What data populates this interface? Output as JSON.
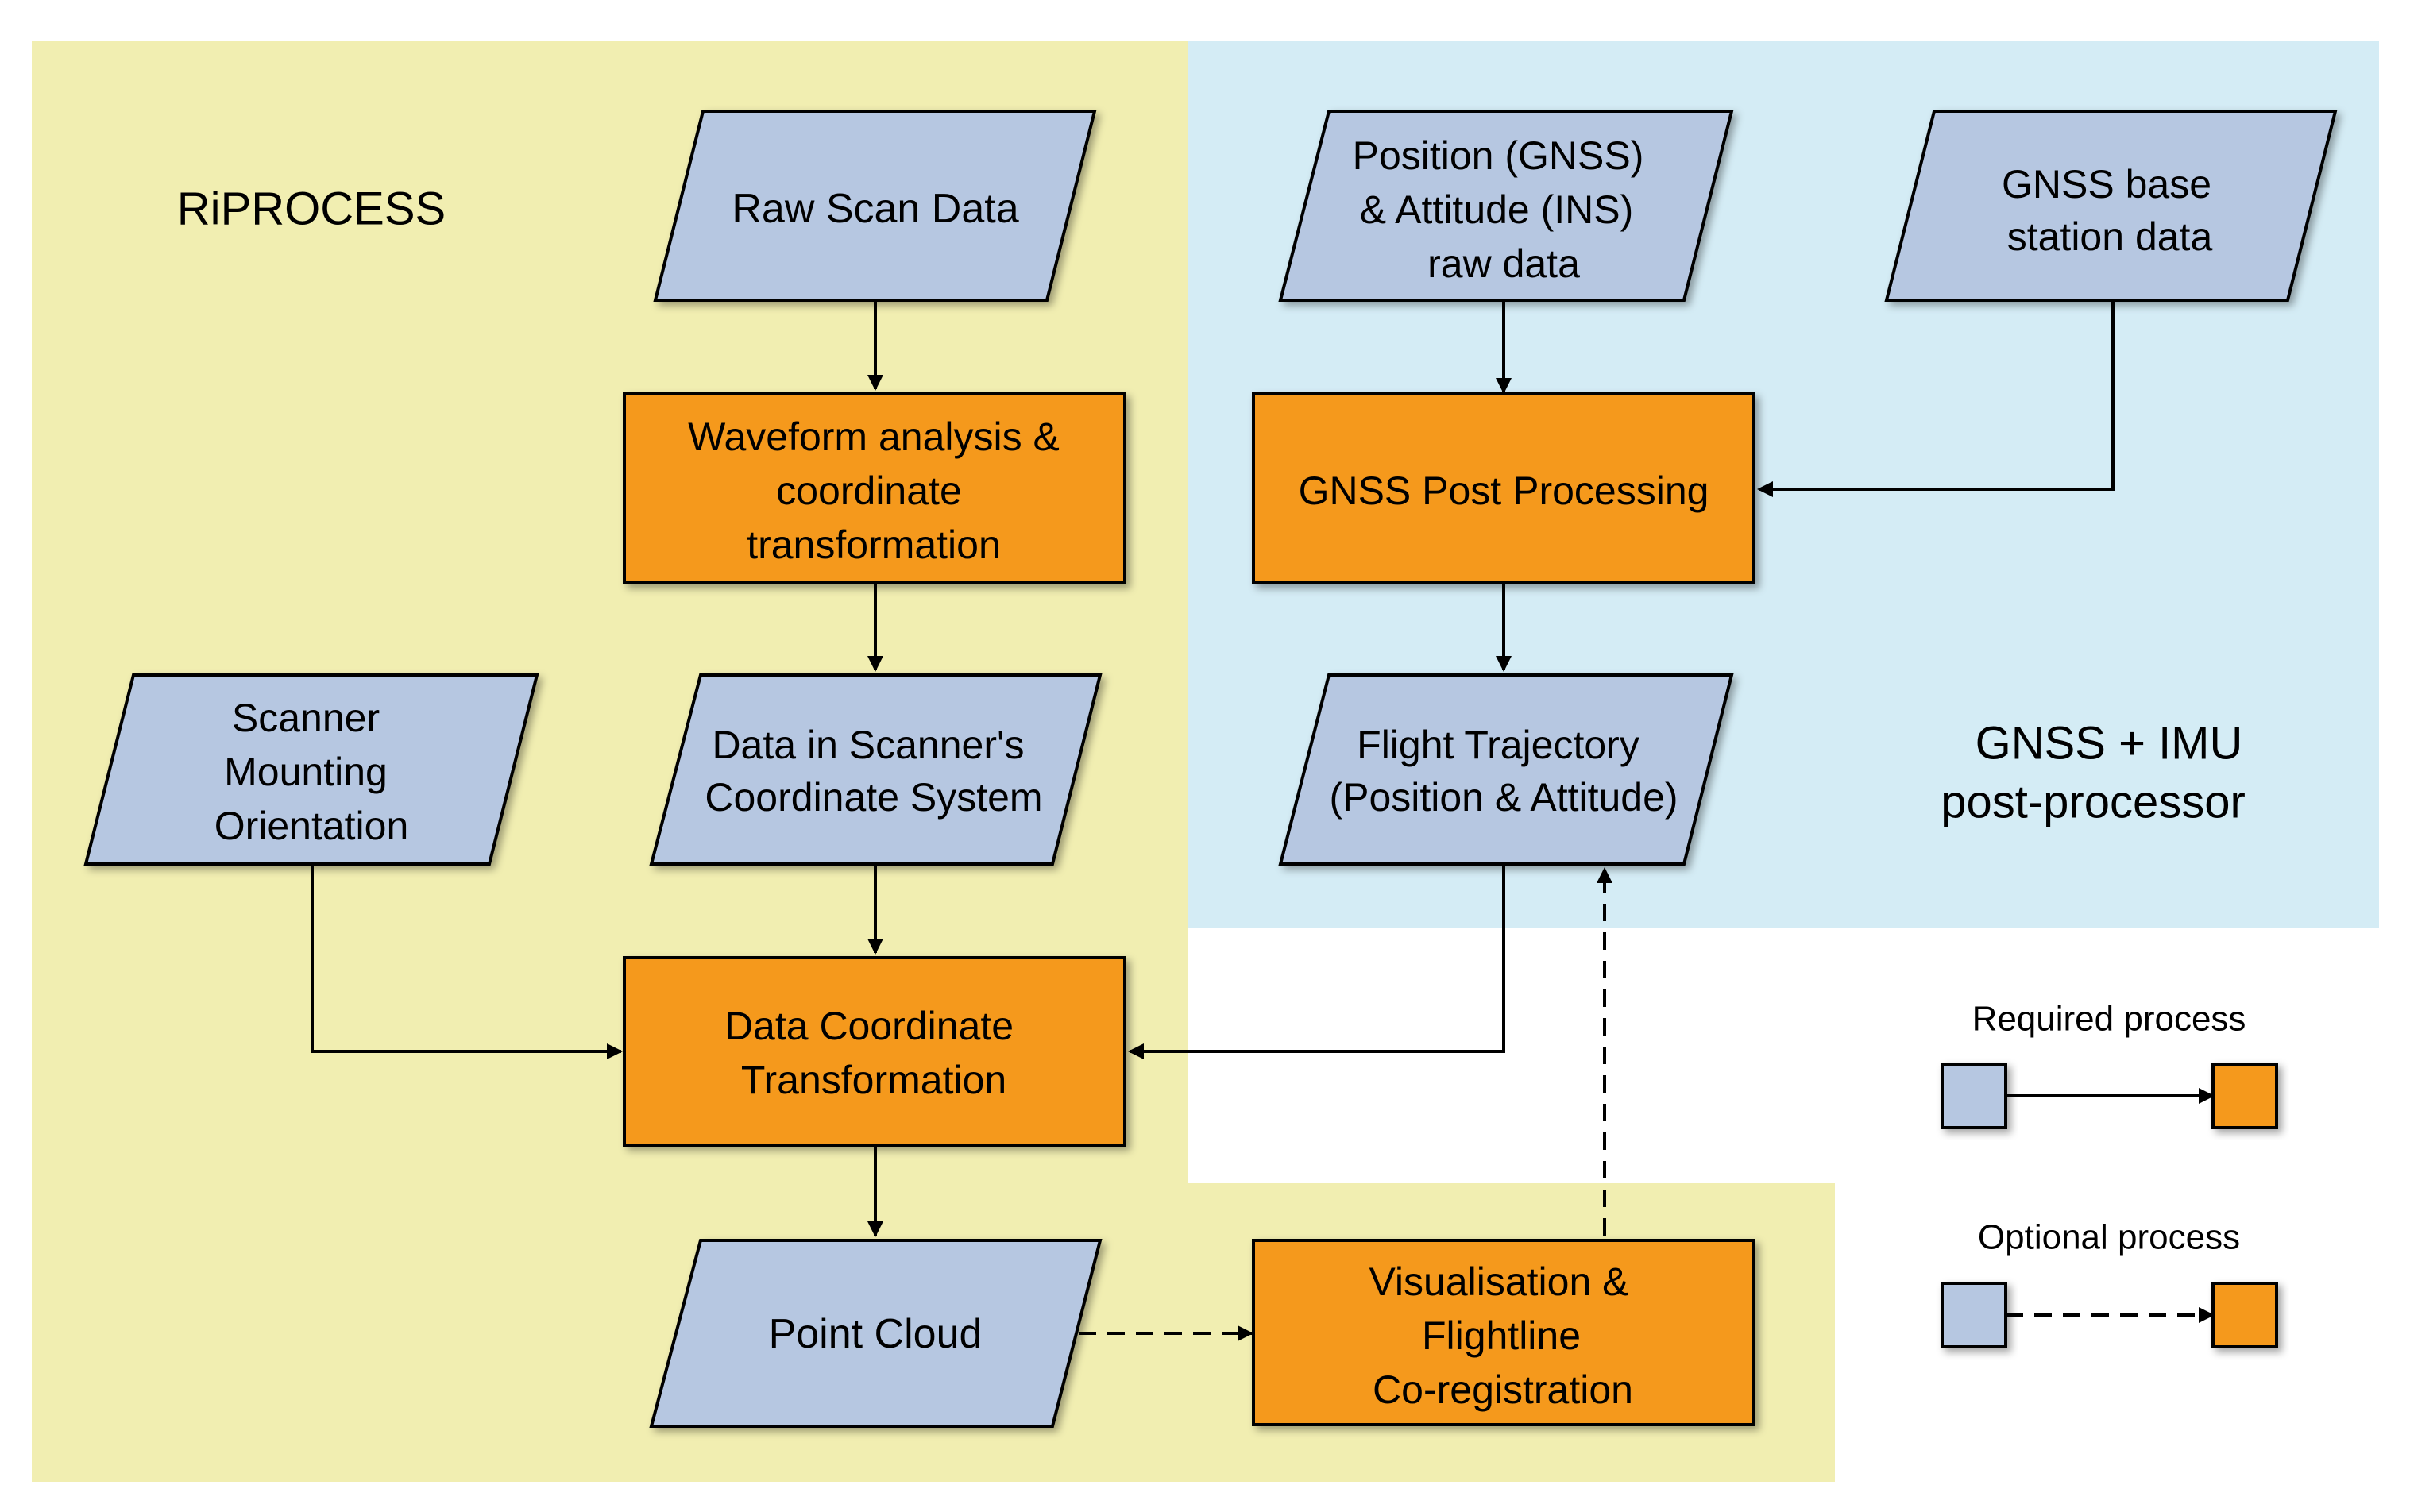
{
  "regions": {
    "riprocess": {
      "label": "RiPROCESS",
      "color": "#f1eeb1"
    },
    "gnss_imu": {
      "label_lines": [
        "GNSS + IMU",
        "post-processor"
      ],
      "color": "#d4ecf5"
    }
  },
  "colors": {
    "data": "#b6c7e1",
    "process": "#f5991f"
  },
  "nodes": {
    "raw_scan": {
      "shape": "data",
      "lines": [
        "Raw Scan Data"
      ]
    },
    "waveform": {
      "shape": "process",
      "lines": [
        "Waveform analysis &",
        "coordinate",
        "transformation"
      ]
    },
    "data_scanner": {
      "shape": "data",
      "lines": [
        "Data in Scanner's",
        "Coordinate System"
      ]
    },
    "scanner_mount": {
      "shape": "data",
      "lines": [
        "Scanner",
        "Mounting",
        "Orientation"
      ]
    },
    "data_coord": {
      "shape": "process",
      "lines": [
        "Data Coordinate",
        "Transformation"
      ]
    },
    "point_cloud": {
      "shape": "data",
      "lines": [
        "Point Cloud"
      ]
    },
    "visualisation": {
      "shape": "process",
      "lines": [
        "Visualisation &",
        "Flightline",
        "Co-registration"
      ]
    },
    "position_attitude": {
      "shape": "data",
      "lines": [
        "Position (GNSS)",
        "& Attitude (INS)",
        "raw data"
      ]
    },
    "gnss_base": {
      "shape": "data",
      "lines": [
        "GNSS base",
        "station data"
      ]
    },
    "gnss_post": {
      "shape": "process",
      "lines": [
        "GNSS Post Processing"
      ]
    },
    "flight_traj": {
      "shape": "data",
      "lines": [
        "Flight Trajectory",
        "(Position & Attitude)"
      ]
    }
  },
  "edges": [
    {
      "from": "raw_scan",
      "to": "waveform",
      "style": "solid"
    },
    {
      "from": "waveform",
      "to": "data_scanner",
      "style": "solid"
    },
    {
      "from": "data_scanner",
      "to": "data_coord",
      "style": "solid"
    },
    {
      "from": "scanner_mount",
      "to": "data_coord",
      "style": "solid"
    },
    {
      "from": "flight_traj",
      "to": "data_coord",
      "style": "solid"
    },
    {
      "from": "data_coord",
      "to": "point_cloud",
      "style": "solid"
    },
    {
      "from": "point_cloud",
      "to": "visualisation",
      "style": "dashed"
    },
    {
      "from": "visualisation",
      "to": "flight_traj",
      "style": "dashed"
    },
    {
      "from": "position_attitude",
      "to": "gnss_post",
      "style": "solid"
    },
    {
      "from": "gnss_base",
      "to": "gnss_post",
      "style": "solid"
    },
    {
      "from": "gnss_post",
      "to": "flight_traj",
      "style": "solid"
    }
  ],
  "legend": {
    "required": {
      "label": "Required process",
      "style": "solid"
    },
    "optional": {
      "label": "Optional process",
      "style": "dashed"
    }
  }
}
